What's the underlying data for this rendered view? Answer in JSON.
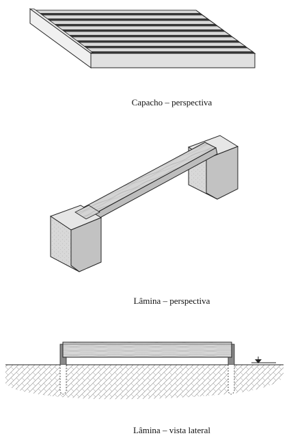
{
  "captions": {
    "mat_perspective": "Capacho – perspectiva",
    "plank_perspective": "Lâmina – perspectiva",
    "plank_side_view": "Lâmina – vista lateral"
  },
  "colors": {
    "stroke": "#222222",
    "dark_face": "#3a3a3a",
    "light_face": "#d9d9d9",
    "wood": "#cfcfcf",
    "block_top": "#e6e6e6",
    "block_side": "#c2c2c2",
    "ground_hatch": "#9a9a9a"
  },
  "icons": {
    "water_level": "water-level-triangle-icon"
  }
}
